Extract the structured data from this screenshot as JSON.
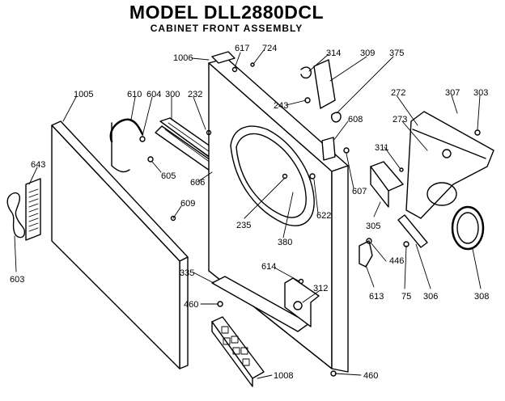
{
  "header": {
    "title": "MODEL DLL2880DCL",
    "subtitle": "CABINET FRONT ASSEMBLY"
  },
  "parts": [
    {
      "id": "1006",
      "text": "1006"
    },
    {
      "id": "617",
      "text": "617"
    },
    {
      "id": "724",
      "text": "724"
    },
    {
      "id": "314",
      "text": "314"
    },
    {
      "id": "309",
      "text": "309"
    },
    {
      "id": "375",
      "text": "375"
    },
    {
      "id": "1005",
      "text": "1005"
    },
    {
      "id": "610",
      "text": "610"
    },
    {
      "id": "604",
      "text": "604"
    },
    {
      "id": "300",
      "text": "300"
    },
    {
      "id": "232",
      "text": "232"
    },
    {
      "id": "243",
      "text": "243"
    },
    {
      "id": "272",
      "text": "272"
    },
    {
      "id": "307",
      "text": "307"
    },
    {
      "id": "303",
      "text": "303"
    },
    {
      "id": "273",
      "text": "273"
    },
    {
      "id": "608",
      "text": "608"
    },
    {
      "id": "311",
      "text": "311"
    },
    {
      "id": "643",
      "text": "643"
    },
    {
      "id": "605",
      "text": "605"
    },
    {
      "id": "606",
      "text": "606"
    },
    {
      "id": "607",
      "text": "607"
    },
    {
      "id": "609",
      "text": "609"
    },
    {
      "id": "622",
      "text": "622"
    },
    {
      "id": "235",
      "text": "235"
    },
    {
      "id": "380",
      "text": "380"
    },
    {
      "id": "305",
      "text": "305"
    },
    {
      "id": "603",
      "text": "603"
    },
    {
      "id": "614",
      "text": "614"
    },
    {
      "id": "446",
      "text": "446"
    },
    {
      "id": "335",
      "text": "335"
    },
    {
      "id": "312",
      "text": "312"
    },
    {
      "id": "613",
      "text": "613"
    },
    {
      "id": "75",
      "text": "75"
    },
    {
      "id": "306",
      "text": "306"
    },
    {
      "id": "308",
      "text": "308"
    },
    {
      "id": "460a",
      "text": "460"
    },
    {
      "id": "1008",
      "text": "1008"
    },
    {
      "id": "460b",
      "text": "460"
    }
  ]
}
